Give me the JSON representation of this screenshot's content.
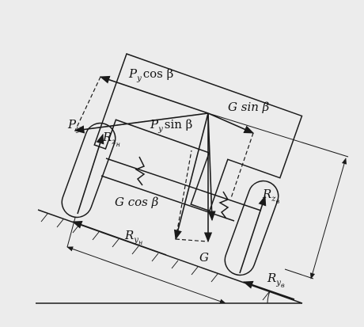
{
  "labels": {
    "py_cos_beta": {
      "main": "P",
      "sub": "y",
      "rest": "cos β"
    },
    "g_sin_beta": "G sin β",
    "py": {
      "main": "P",
      "sub": "y"
    },
    "py_sin_beta": {
      "main": "P",
      "sub": "y",
      "rest": "sin β"
    },
    "rz_front": {
      "main": "R",
      "sub": "z",
      "subsub": "н"
    },
    "g_cos_beta": "G cos β",
    "rz_rear": {
      "main": "R",
      "sub": "z",
      "subsub": "в"
    },
    "ry_front": {
      "main": "R",
      "sub": "y",
      "subsub": "н"
    },
    "g": "G",
    "ry_rear": {
      "main": "R",
      "sub": "y",
      "subsub": "в"
    }
  },
  "colors": {
    "background": "#ececec",
    "ink": "#1a1a1a"
  }
}
